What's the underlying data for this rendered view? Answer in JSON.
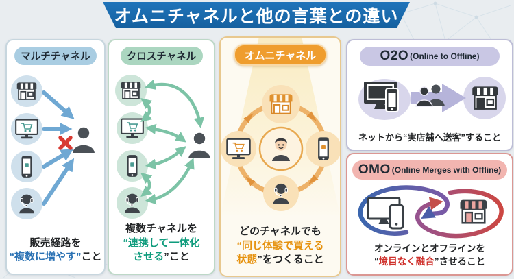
{
  "title": "オムニチャネルと他の言葉との違い",
  "colors": {
    "banner_blue": "#1a6ab0",
    "multi_accent": "#2b72b4",
    "cross_accent": "#0f9c7d",
    "omni_accent": "#e6920f",
    "o2o_accent": "#b6b4da",
    "omo_accent": "#cf312c"
  },
  "panels": {
    "multi": {
      "label": "マルチチャネル",
      "icons": [
        "store-icon",
        "ec-site-icon",
        "app-icon",
        "call-center-icon",
        "customer-icon",
        "ng-cross-icon",
        "right-arrow-icon"
      ],
      "caption": [
        [
          {
            "t": "販売経路を",
            "c": "dark"
          }
        ],
        [
          {
            "t": "“複数に増やす”",
            "c": "blue"
          },
          {
            "t": "こと",
            "c": "dark"
          }
        ]
      ]
    },
    "cross": {
      "label": "クロスチャネル",
      "icons": [
        "store-icon",
        "ec-site-icon",
        "app-icon",
        "call-center-icon",
        "customer-icon",
        "double-arrow-icon"
      ],
      "caption": [
        [
          {
            "t": "複数チャネルを",
            "c": "dark"
          }
        ],
        [
          {
            "t": "“連携して一体化",
            "c": "green"
          }
        ],
        [
          {
            "t": "させる",
            "c": "green"
          },
          {
            "t": "”こと",
            "c": "dark"
          }
        ]
      ]
    },
    "omni": {
      "label": "オムニチャネル",
      "icons": [
        "store-icon",
        "ec-site-icon",
        "app-icon",
        "call-center-icon",
        "customer-face-icon",
        "circular-arrows-icon"
      ],
      "caption": [
        [
          {
            "t": "どのチャネルでも",
            "c": "dark"
          }
        ],
        [
          {
            "t": "“同じ体験で買える",
            "c": "orange"
          }
        ],
        [
          {
            "t": "状態",
            "c": "orange"
          },
          {
            "t": "”をつくること",
            "c": "dark"
          }
        ]
      ]
    },
    "o2o": {
      "label": "O2O",
      "label_sub": "(Online to Offline)",
      "icons": [
        "devices-icon",
        "users-icon",
        "right-arrow-icon",
        "store-icon"
      ],
      "caption": [
        [
          {
            "t": "ネットから“実店舗へ送客”すること",
            "c": "dark"
          }
        ]
      ]
    },
    "omo": {
      "label": "OMO",
      "label_sub": "(Online Merges with Offline)",
      "icons": [
        "devices-icon",
        "merge-loop-arrows-icon",
        "store-icon"
      ],
      "caption": [
        [
          {
            "t": "オンラインとオフラインを",
            "c": "dark"
          }
        ],
        [
          {
            "t": "“",
            "c": "dark"
          },
          {
            "t": "境目なく融合",
            "c": "red"
          },
          {
            "t": "”させること",
            "c": "dark"
          }
        ]
      ]
    }
  }
}
